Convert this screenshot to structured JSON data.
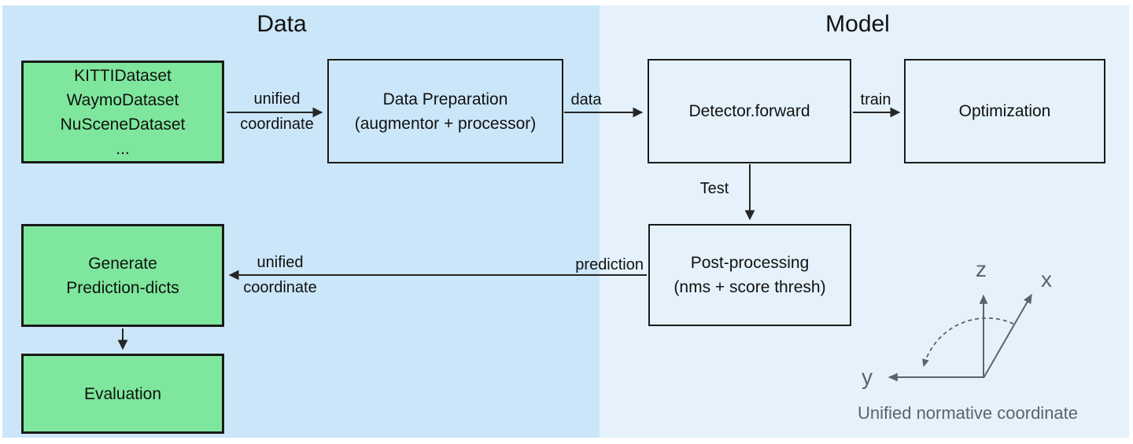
{
  "titles": {
    "data": "Data",
    "model": "Model"
  },
  "boxes": {
    "datasets": {
      "lines": [
        "KITTIDataset",
        "WaymoDataset",
        "NuSceneDataset",
        "..."
      ]
    },
    "data_preparation": {
      "lines": [
        "Data Preparation",
        "(augmentor + processor)"
      ]
    },
    "detector": {
      "lines": [
        "Detector.forward"
      ]
    },
    "optimization": {
      "lines": [
        "Optimization"
      ]
    },
    "post_processing": {
      "lines": [
        "Post-processing",
        "(nms + score thresh)"
      ]
    },
    "generate_predictions": {
      "lines": [
        "Generate",
        "Prediction-dicts"
      ]
    },
    "evaluation": {
      "lines": [
        "Evaluation"
      ]
    }
  },
  "arrow_labels": {
    "unified_top": {
      "line1": "unified",
      "line2": "coordinate"
    },
    "data": "data",
    "train": "train",
    "test": "Test",
    "prediction": "prediction",
    "unified_bottom": {
      "line1": "unified",
      "line2": "coordinate"
    }
  },
  "axes": {
    "z": "z",
    "x": "x",
    "y": "y",
    "caption": "Unified normative coordinate"
  },
  "colors": {
    "panel-left": "#cbe6f8",
    "panel-right": "#e5f2fc",
    "green": "#7ee79d",
    "border-dark": "#1a1a1a",
    "line": "#262626",
    "gray": "#5c646a",
    "text": "#111111"
  }
}
